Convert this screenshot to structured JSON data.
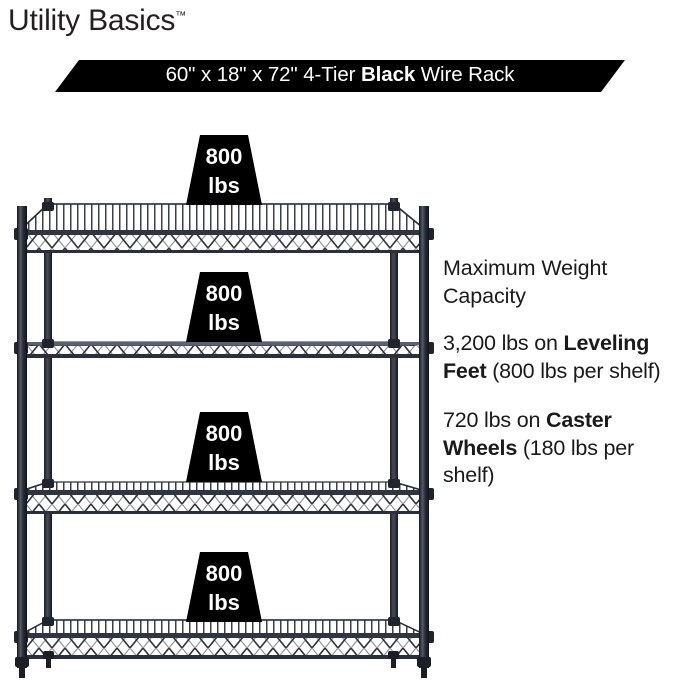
{
  "brand": {
    "name": "Utility Basics",
    "trademark": "™"
  },
  "banner": {
    "dimensions": "60\" x 18\" x 72\"",
    "tier": "4-Tier",
    "color_word": "Black",
    "product": "Wire Rack",
    "full_text": "60\" x 18\" x 72\" 4-Tier Black Wire Rack",
    "background_color": "#000000",
    "text_color": "#ffffff"
  },
  "product": {
    "type": "wire-shelving-rack",
    "shelf_count": 4,
    "finish": "Black",
    "badge_color": "#000000",
    "badge_text_color": "#ffffff",
    "shelves": [
      {
        "index": 1,
        "weight": "800",
        "unit": "lbs"
      },
      {
        "index": 2,
        "weight": "800",
        "unit": "lbs"
      },
      {
        "index": 3,
        "weight": "800",
        "unit": "lbs"
      },
      {
        "index": 4,
        "weight": "800",
        "unit": "lbs"
      }
    ]
  },
  "capacity": {
    "heading": "Maximum Weight Capacity",
    "entries": [
      {
        "lead": "3,200 lbs on ",
        "emphasis": "Leveling Feet",
        "trail": " (800 lbs per shelf)"
      },
      {
        "lead": "720 lbs on ",
        "emphasis": "Caster Wheels",
        "trail": " (180 lbs per shelf)"
      }
    ]
  }
}
